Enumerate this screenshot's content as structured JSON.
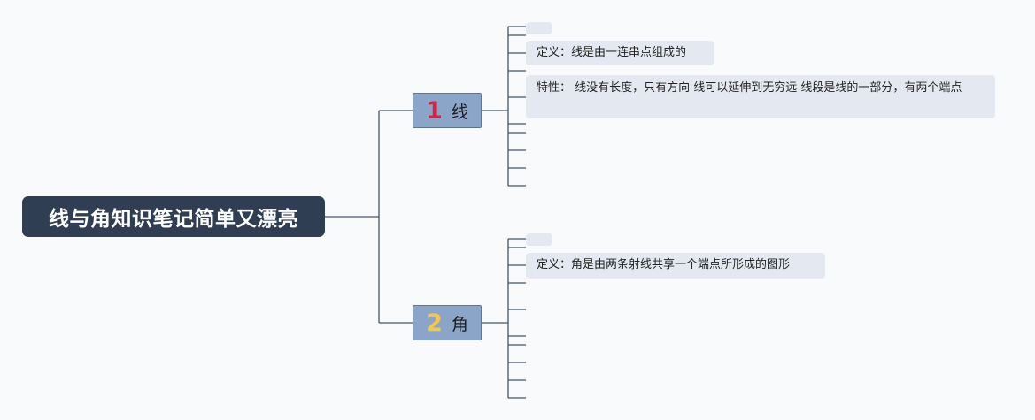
{
  "mindmap": {
    "root": {
      "title": "线与角知识笔记简单又漂亮"
    },
    "branches": [
      {
        "number": "1",
        "number_color": "#d8223f",
        "label": "线",
        "leaves": [
          {
            "text": "定义：线是由一连串点组成的"
          },
          {
            "text": "特性： 线没有长度，只有方向 线可以延伸到无穷远 线段是线的一部分，有两个端点"
          }
        ]
      },
      {
        "number": "2",
        "number_color": "#f2c94c",
        "label": "角",
        "leaves": [
          {
            "text": "定义：角是由两条射线共享一个端点所形成的图形"
          }
        ]
      }
    ],
    "colors": {
      "background": "#f9fafb",
      "root_fill": "#2f3e52",
      "branch_fill": "#8ba5c9",
      "leaf_fill": "#e4e9f1",
      "line": "#3b4a5c"
    }
  }
}
